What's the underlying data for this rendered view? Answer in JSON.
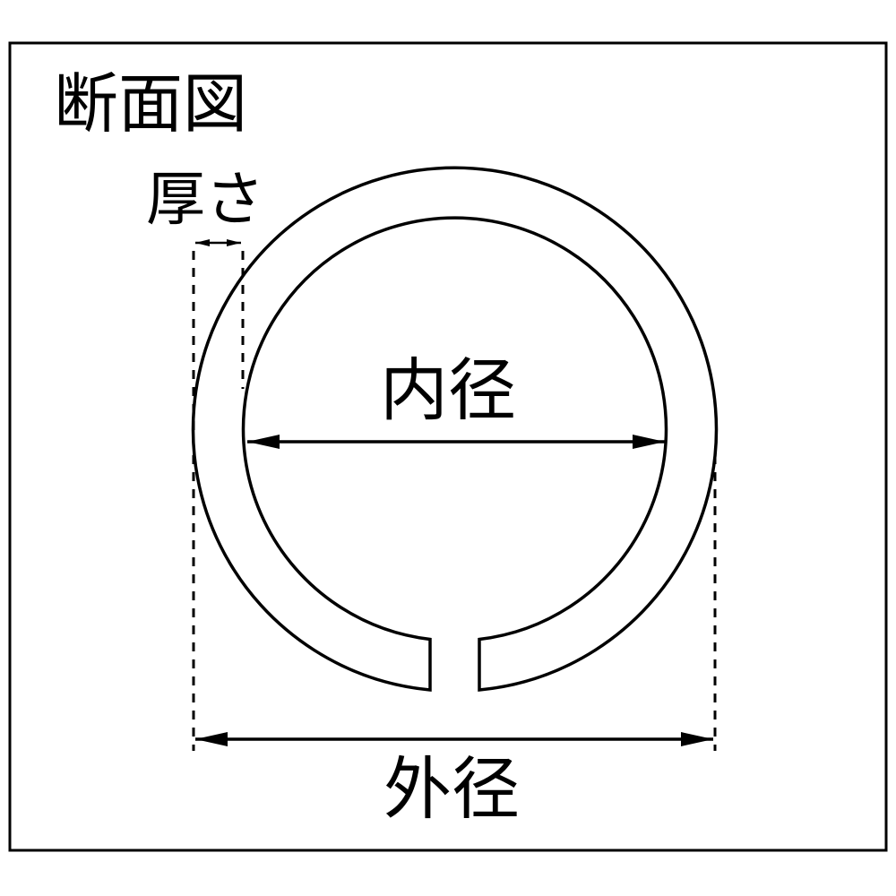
{
  "title": "断面図",
  "labels": {
    "thickness": "厚さ",
    "inner_diameter": "内径",
    "outer_diameter": "外径"
  },
  "colors": {
    "line": "#000000",
    "background": "#ffffff"
  }
}
